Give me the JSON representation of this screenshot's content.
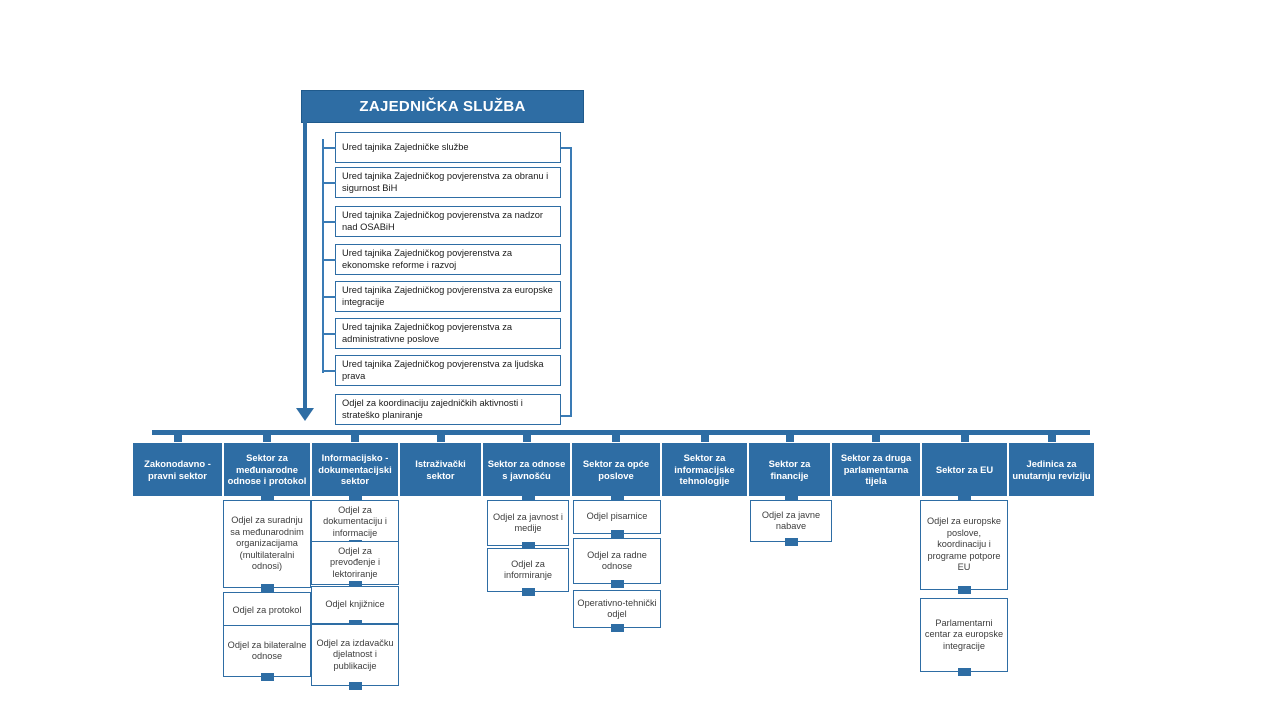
{
  "chart": {
    "title": "ZAJEDNIČKA SLUŽBA",
    "type": "organizational-chart",
    "language": "hr"
  },
  "staff_units": [
    {
      "label": "Ured tajnika Zajedničke službe"
    },
    {
      "label": "Ured tajnika Zajedničkog povjerenstva za obranu i sigurnost BiH"
    },
    {
      "label": "Ured tajnika Zajedničkog povjerenstva za nadzor nad OSABiH"
    },
    {
      "label": "Ured tajnika Zajedničkog povjerenstva za ekonomske reforme i razvoj"
    },
    {
      "label": "Ured tajnika Zajedničkog povjerenstva za europske integracije"
    },
    {
      "label": "Ured tajnika Zajedničkog povjerenstva za administrativne poslove"
    },
    {
      "label": "Ured tajnika Zajedničkog povjerenstva za ljudska prava"
    },
    {
      "label": "Odjel za koordinaciju zajedničkih aktivnosti i strateško planiranje"
    }
  ],
  "sectors": [
    {
      "label": "Zakonodavno - pravni sektor",
      "departments": []
    },
    {
      "label": "Sektor za međunarodne odnose i protokol",
      "departments": [
        {
          "label": "Odjel za suradnju sa međunarodnim organizacijama (multilateralni odnosi)"
        },
        {
          "label": "Odjel za protokol"
        },
        {
          "label": "Odjel za bilateralne odnose"
        }
      ]
    },
    {
      "label": "Informacijsko - dokumentacijski sektor",
      "departments": [
        {
          "label": "Odjel za dokumentaciju i informacije"
        },
        {
          "label": "Odjel za prevođenje i lektoriranje"
        },
        {
          "label": "Odjel knjižnice"
        },
        {
          "label": "Odjel za izdavačku djelatnost i publikacije"
        }
      ]
    },
    {
      "label": "Istraživački sektor",
      "departments": []
    },
    {
      "label": "Sektor za odnose s javnošću",
      "departments": [
        {
          "label": "Odjel za javnost i medije"
        },
        {
          "label": "Odjel za informiranje"
        }
      ]
    },
    {
      "label": "Sektor za opće poslove",
      "departments": [
        {
          "label": "Odjel pisarnice"
        },
        {
          "label": "Odjel za radne odnose"
        },
        {
          "label": "Operativno-tehnički odjel"
        }
      ]
    },
    {
      "label": "Sektor za informacijske tehnologije",
      "departments": []
    },
    {
      "label": "Sektor za financije",
      "departments": [
        {
          "label": "Odjel za javne nabave"
        }
      ]
    },
    {
      "label": "Sektor za druga parlamentarna tijela",
      "departments": []
    },
    {
      "label": "Sektor za EU",
      "departments": [
        {
          "label": "Odjel za europske poslove, koordinaciju i programe potpore EU"
        },
        {
          "label": "Parlamentarni centar za europske integracije"
        }
      ]
    },
    {
      "label": "Jedinica za unutarnju reviziju",
      "departments": []
    }
  ],
  "colors": {
    "accent": "#2E6DA4",
    "accent_dark": "#1F5A8C",
    "box_text": "#3d3d3d",
    "background": "#ffffff"
  }
}
